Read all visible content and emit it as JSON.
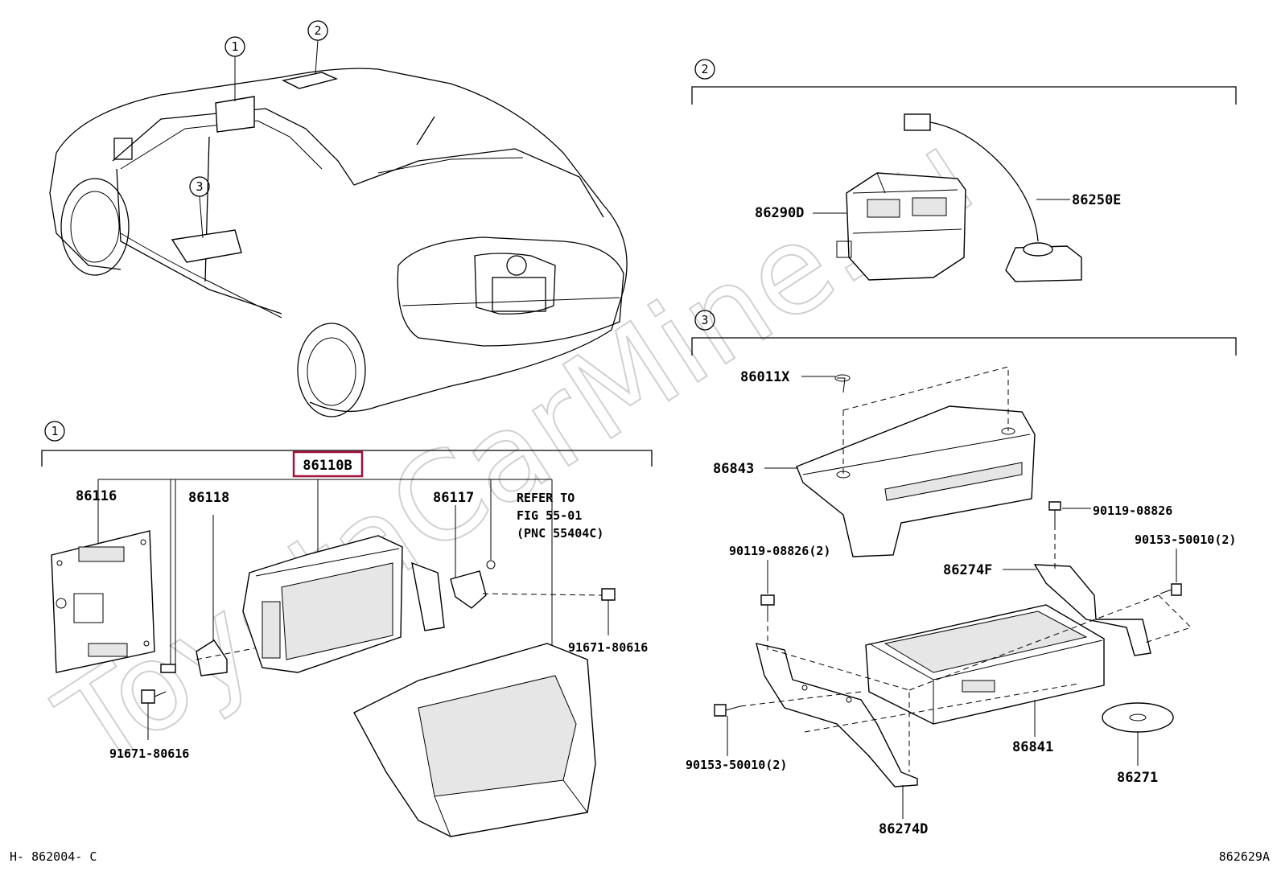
{
  "watermark": "ToyotaCarMine.ru",
  "callouts": {
    "one": "1",
    "two": "2",
    "three": "3"
  },
  "group1": {
    "highlight_color": "#a3123a",
    "main_part": "86110B",
    "parts": {
      "p86116": "86116",
      "p86118": "86118",
      "p86117": "86117",
      "bolt_right": "91671-80616",
      "bolt_left": "91671-80616"
    },
    "refer_note": [
      "REFER TO",
      "FIG 55-01",
      "(PNC 55404C)"
    ]
  },
  "group2": {
    "parts": {
      "p86290D": "86290D",
      "p86250E": "86250E"
    }
  },
  "group3": {
    "parts": {
      "p86011X": "86011X",
      "p86843": "86843",
      "p90119_a": "90119-08826",
      "p90119_b": "90119-08826(2)",
      "p90153_a": "90153-50010(2)",
      "p90153_b": "90153-50010(2)",
      "p86274F": "86274F",
      "p86274D": "86274D",
      "p86841": "86841",
      "p86271": "86271"
    }
  },
  "footer": {
    "left_code": "H- 862004- C",
    "right_code": "862629A"
  }
}
